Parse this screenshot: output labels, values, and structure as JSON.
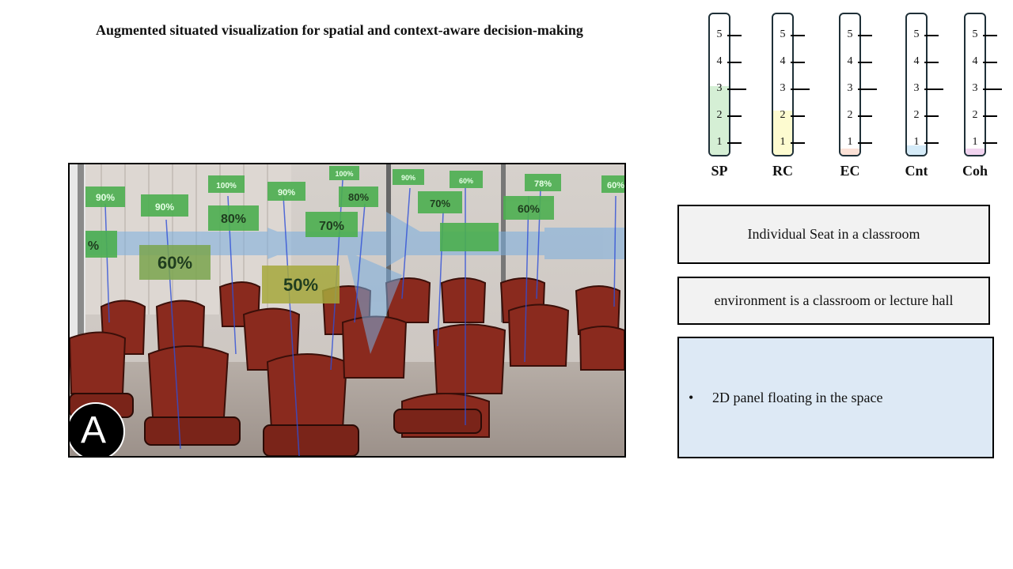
{
  "title": "Augmented situated visualization for spatial and context-aware decision-making",
  "photo": {
    "badge_label": "A",
    "ar_labels": [
      "90%",
      "90%",
      "100%",
      "90%",
      "100%",
      "90%",
      "60%",
      "78%",
      "60%",
      "%",
      "60%",
      "80%",
      "80%",
      "70%",
      "70%",
      "60%",
      "50%"
    ]
  },
  "gauges": [
    {
      "label": "SP",
      "value": 2.9,
      "fill_color": "#d5efd5"
    },
    {
      "label": "RC",
      "value": 2.0,
      "fill_color": "#fdfbd0"
    },
    {
      "label": "EC",
      "value": 0.6,
      "fill_color": "#fbe1d6"
    },
    {
      "label": "Cnt",
      "value": 0.7,
      "fill_color": "#d5ebf8"
    },
    {
      "label": "Coh",
      "value": 0.6,
      "fill_color": "#f1d4ef"
    }
  ],
  "gauge_ticks": [
    "1",
    "2",
    "3",
    "4",
    "5"
  ],
  "boxes": {
    "box1": "Individual Seat in a classroom",
    "box2": "environment is a classroom or lecture hall",
    "bullet": "•",
    "box3": "2D panel floating in the space"
  }
}
